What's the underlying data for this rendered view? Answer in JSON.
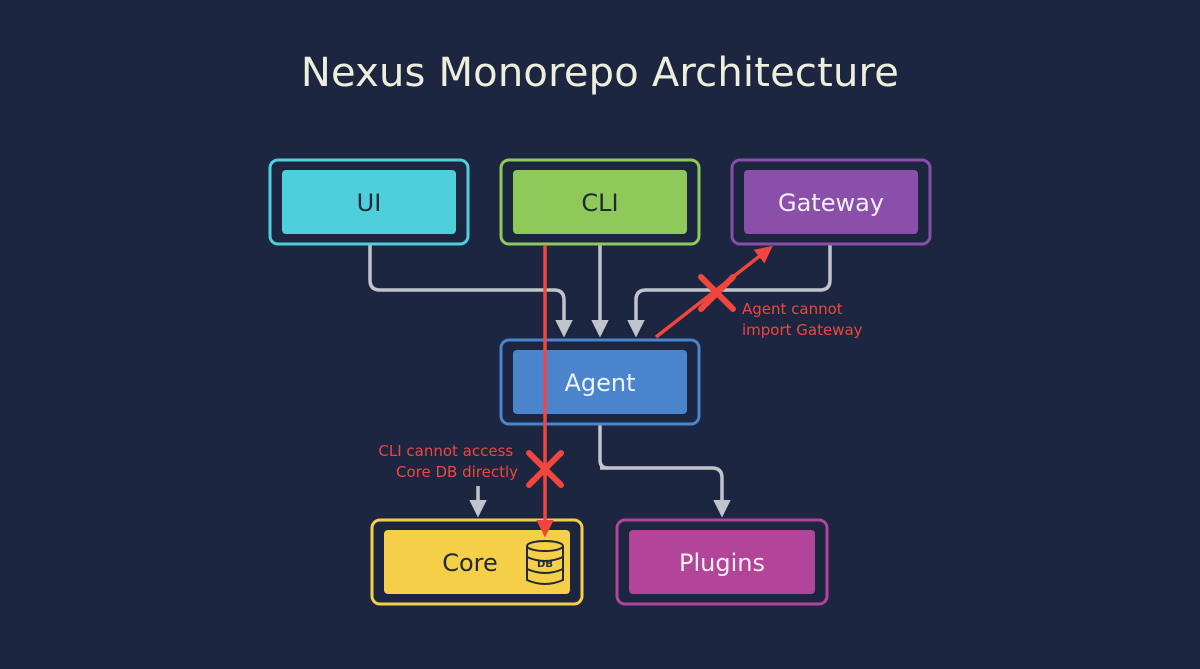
{
  "diagram": {
    "title": "Nexus Monorepo Architecture",
    "nodes": {
      "ui": "UI",
      "cli": "CLI",
      "gateway": "Gateway",
      "agent": "Agent",
      "core": "Core",
      "plugins": "Plugins",
      "db": "DB"
    },
    "notes": {
      "agent_gateway": [
        "Agent cannot",
        "import Gateway"
      ],
      "cli_core": [
        "CLI cannot access",
        "Core DB directly"
      ]
    },
    "colors": {
      "background": "#1c2640",
      "ui": "#4fcfdc",
      "cli": "#8fc95a",
      "gateway": "#8a4fa8",
      "agent": "#4a84cc",
      "core": "#f5cf48",
      "plugins": "#b2449a",
      "connector": "#c0c4cc",
      "forbidden": "#f0463e"
    }
  }
}
